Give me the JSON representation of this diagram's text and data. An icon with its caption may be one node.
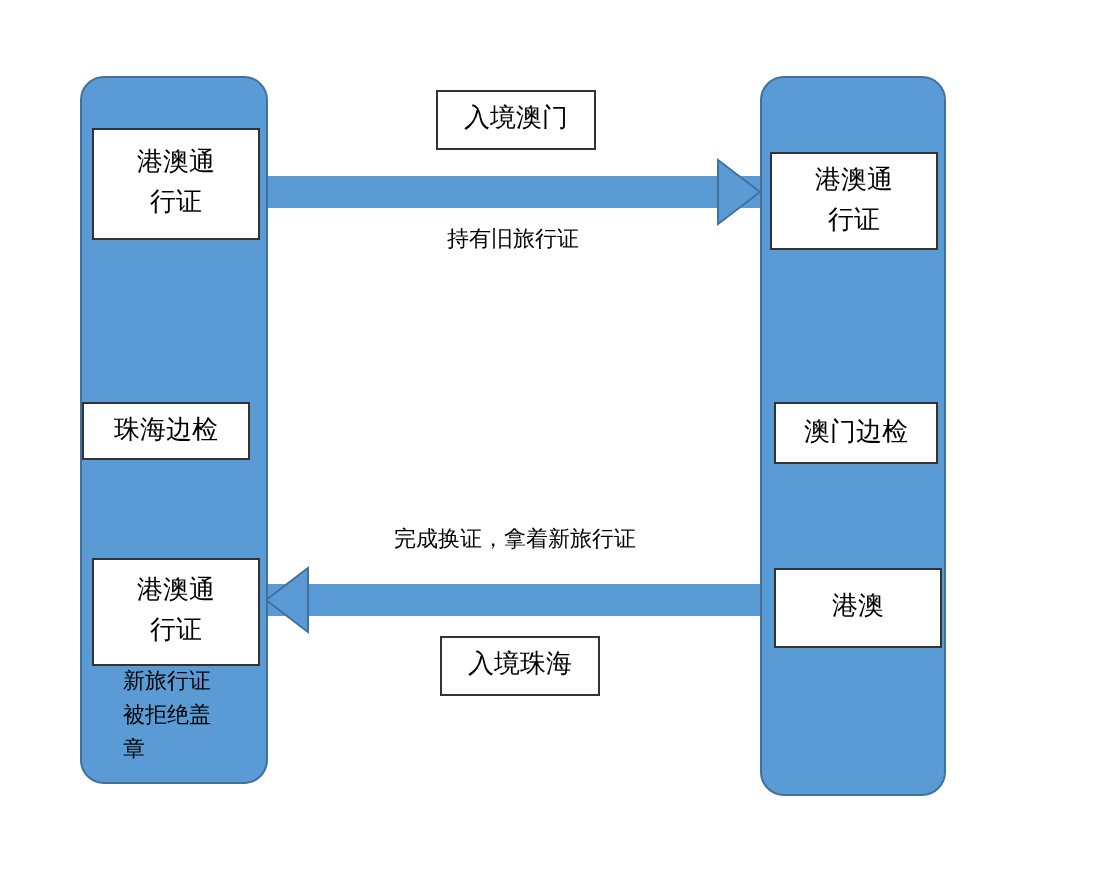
{
  "diagram": {
    "nodes": [
      {
        "text": [
          "新旅行证被拒绝盖章"
        ]
      },
      {
        "text": [
          "港澳通行证"
        ],
        "in": 0
      },
      {
        "text": [
          "珠海边检"
        ],
        "in": 0
      },
      {
        "text": [
          "港澳通行证"
        ],
        "in": 0
      },
      {
        "text": [
          "入境澳门"
        ]
      },
      {
        "text": [],
        "shape": "bar"
      },
      {
        "text": [
          "港澳通行证"
        ],
        "in": 5
      },
      {
        "text": [
          "澳门边检"
        ],
        "in": 5
      },
      {
        "text": [
          "港澳"
        ],
        "in": 5
      },
      {
        "text": [
          "入境珠海"
        ]
      }
    ],
    "edges": [
      {
        "from": 1,
        "to": 6,
        "arrow": "to",
        "label": "持有旧旅行证"
      },
      {
        "from": 8,
        "to": 3,
        "arrow": "to",
        "label": "完成换证，拿着新旅行证"
      }
    ]
  }
}
